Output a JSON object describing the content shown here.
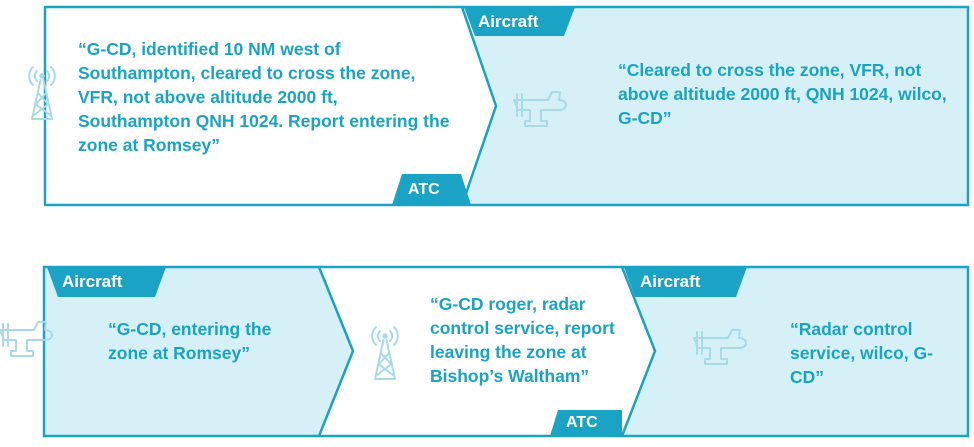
{
  "colors": {
    "frame": "#1aa3c4",
    "fill_light": "#d5f0f6",
    "text": "#1aa3c4",
    "tag_text": "#ffffff",
    "icon": "#a9dbe7"
  },
  "exchange_1": {
    "atc_message": "“G-CD, identified 10 NM west of Southampton, cleared to cross the zone, VFR, not above altitude 2000 ft, Southampton QNH 1024. Report entering the zone at Romsey”",
    "atc_tag": "ATC",
    "aircraft_tag": "Aircraft",
    "aircraft_message": "“Cleared to cross the zone, VFR, not above altitude 2000 ft, QNH 1024, wilco, G-CD”",
    "icons": [
      "radio-tower-icon",
      "aircraft-icon"
    ]
  },
  "exchange_2": {
    "aircraft_tag_1": "Aircraft",
    "aircraft_message_1": "“G-CD, entering the zone at Romsey”",
    "atc_message": "“G-CD roger, radar control service, report leaving the zone at Bishop’s Waltham”",
    "atc_tag": "ATC",
    "aircraft_tag_2": "Aircraft",
    "aircraft_message_2": "“Radar control service, wilco, G-CD”",
    "icons": [
      "aircraft-icon",
      "radio-tower-icon",
      "aircraft-icon"
    ]
  }
}
